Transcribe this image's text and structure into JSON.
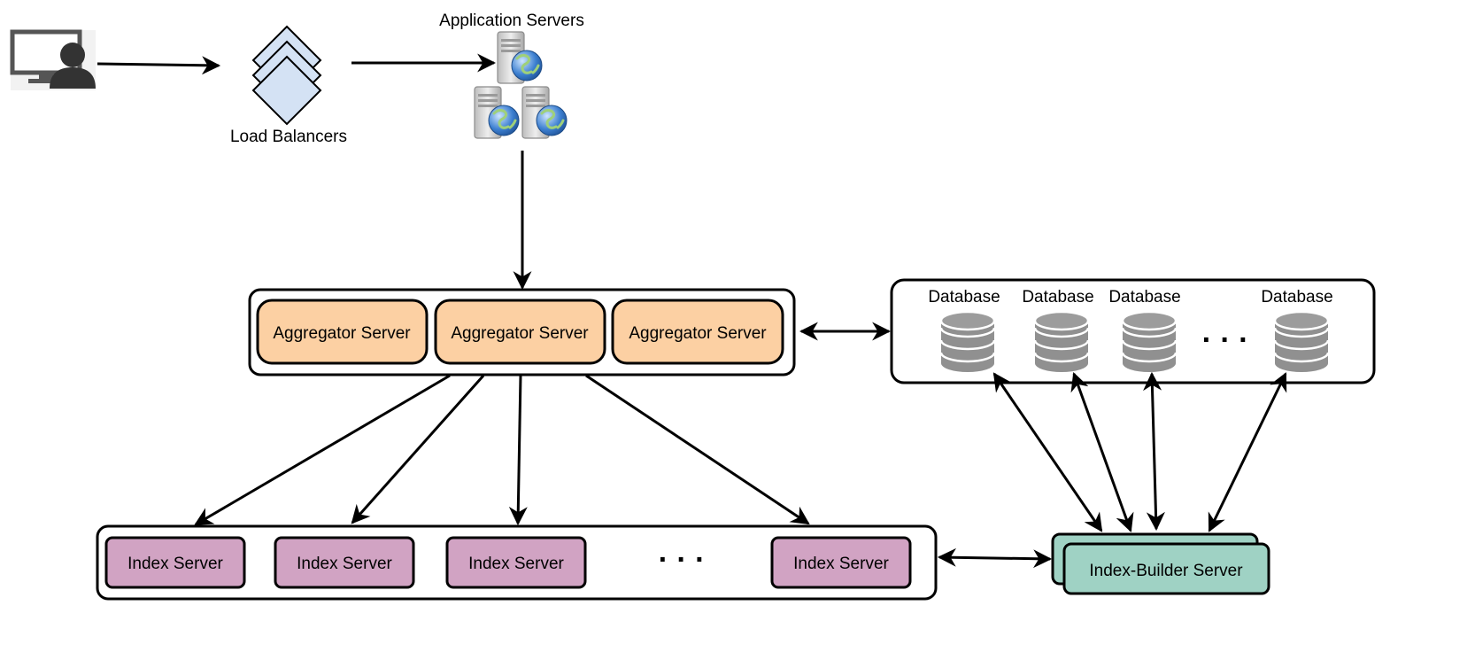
{
  "labels": {
    "load_balancers": "Load Balancers",
    "application_servers": "Application Servers"
  },
  "aggregators": [
    {
      "label": "Aggregator Server"
    },
    {
      "label": "Aggregator Server"
    },
    {
      "label": "Aggregator Server"
    }
  ],
  "databases": [
    {
      "label": "Database"
    },
    {
      "label": "Database"
    },
    {
      "label": "Database"
    },
    {
      "label": "Database"
    }
  ],
  "index_servers": [
    {
      "label": "Index Server"
    },
    {
      "label": "Index Server"
    },
    {
      "label": "Index Server"
    },
    {
      "label": "Index Server"
    }
  ],
  "index_builder": {
    "label": "Index-Builder Server"
  },
  "ellipsis": "· · ·",
  "colors": {
    "aggregator_fill": "#fcd0a3",
    "index_fill": "#d1a3c3",
    "index_builder_fill": "#9fd2c4",
    "load_balancer_fill": "#d4e2f4",
    "database_fill": "#909090",
    "stroke": "#000000"
  },
  "icons": {
    "client": "user-computer-icon",
    "load_balancer": "stacked-diamond-icon",
    "app_server": "server-globe-icon",
    "database": "database-cylinder-icon"
  }
}
